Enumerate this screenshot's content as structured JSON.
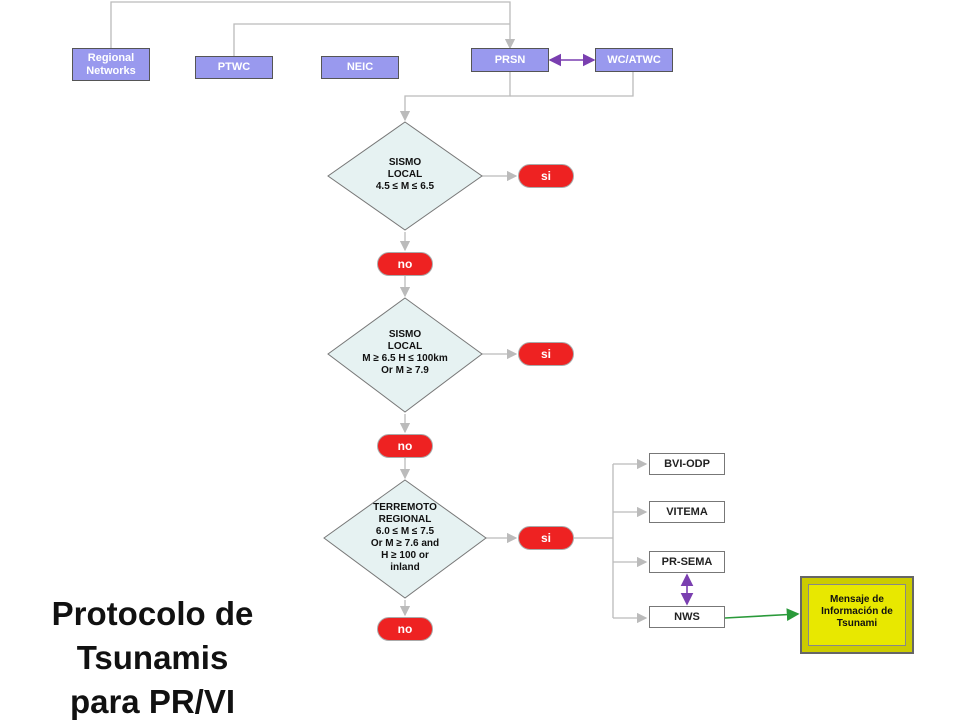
{
  "sources": {
    "regional": [
      "Regional",
      "Networks"
    ],
    "ptwc": "PTWC",
    "neic": "NEIC",
    "prsn": "PRSN",
    "wcatwc": "WC/ATWC"
  },
  "decisions": [
    {
      "lines": [
        "SISMO",
        "LOCAL",
        "4.5 ≤ M ≤ 6.5"
      ],
      "yes": "si",
      "no": "no"
    },
    {
      "lines": [
        "SISMO",
        "LOCAL",
        "M ≥ 6.5 H ≤ 100km",
        "Or M ≥ 7.9"
      ],
      "yes": "si",
      "no": "no"
    },
    {
      "lines": [
        "TERREMOTO",
        "REGIONAL",
        "6.0 ≤ M ≤ 7.5",
        "Or M ≥ 7.6 and",
        "H ≥ 100 or",
        "inland"
      ],
      "yes": "si",
      "no": "no"
    }
  ],
  "agencies": [
    "BVI-ODP",
    "VITEMA",
    "PR-SEMA",
    "NWS"
  ],
  "message": [
    "Mensaje de",
    "Información de",
    "Tsunami"
  ],
  "title": [
    "Protocolo de",
    "Tsunamis",
    "para PR/VI"
  ],
  "colors": {
    "source_box": "#9999ee",
    "decision_fill": "#e6f2f2",
    "pill": "#ee2222",
    "message_box": "#e8e800",
    "double_arrow": "#7a3fb0",
    "nws_arrow": "#2a9a3a"
  }
}
